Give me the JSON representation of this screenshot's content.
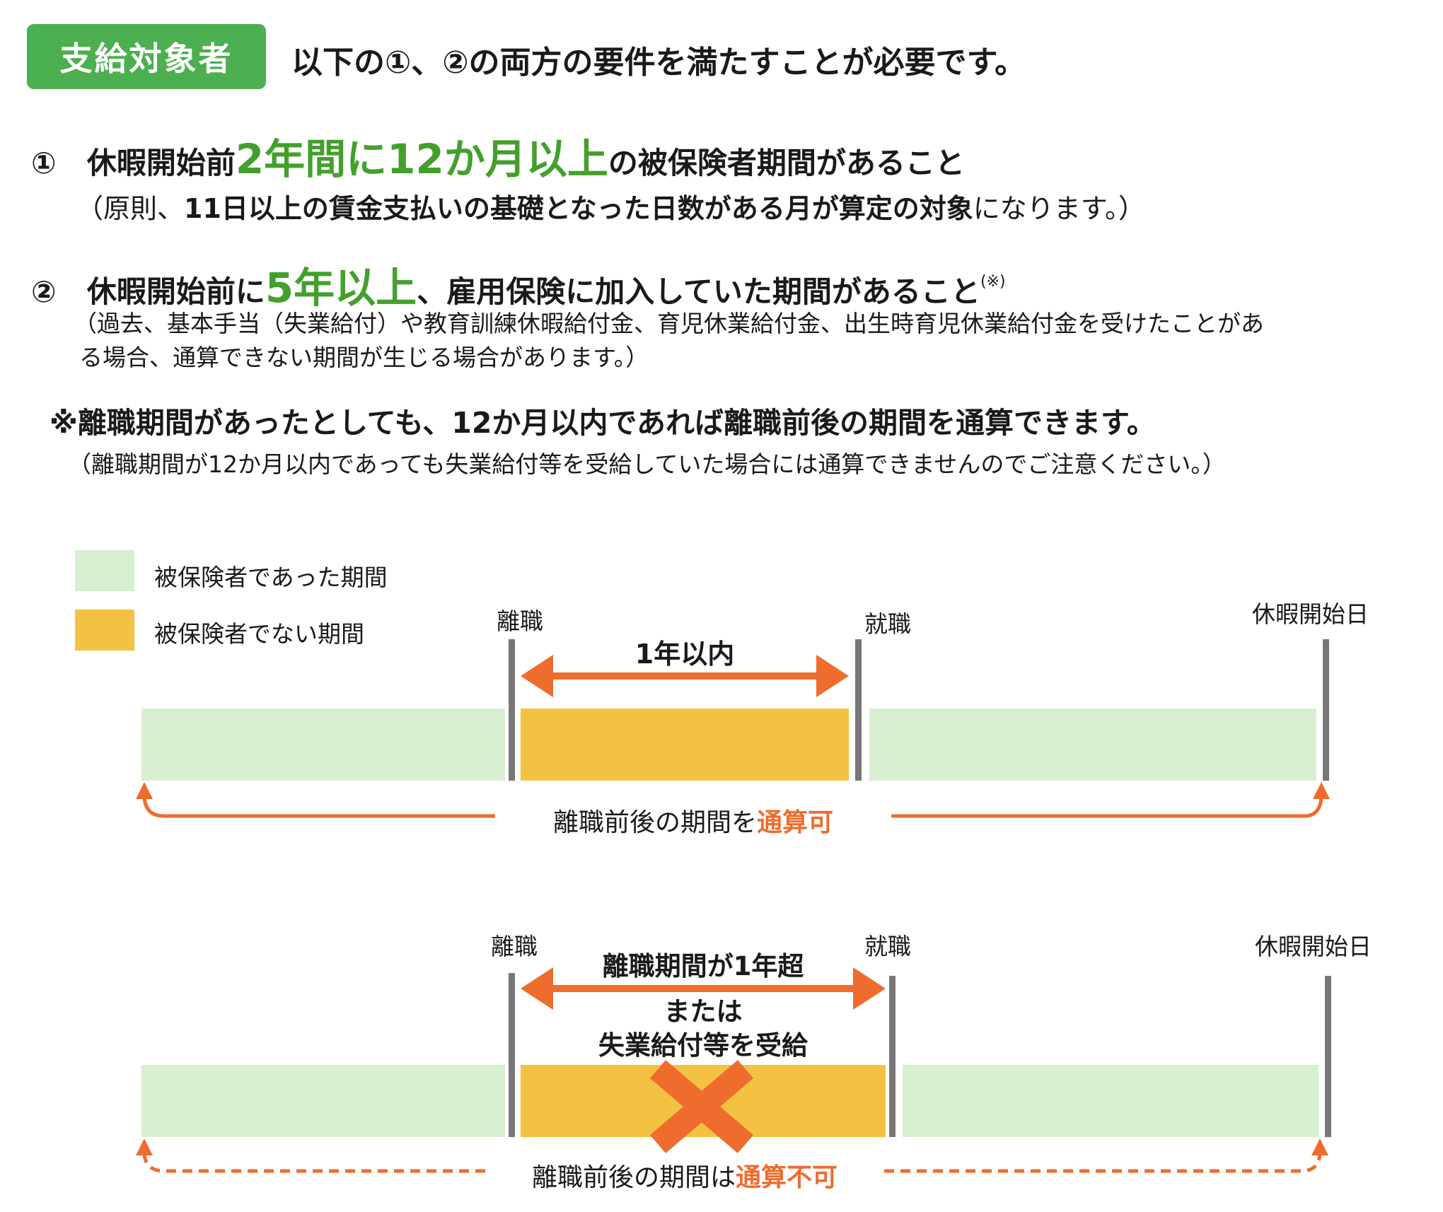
{
  "header": {
    "badge": "支給対象者",
    "intro": "以下の①、②の両方の要件を満たすことが必要です。"
  },
  "condition1": {
    "num": "①",
    "pre": "休暇開始前",
    "highlight": "2年間に12か月以上",
    "post": "の被保険者期間があること",
    "note_open": "（原則、",
    "note_bold": "11日以上の賃金支払いの基礎となった日数がある月が算定の対象",
    "note_close": "になります。）"
  },
  "condition2": {
    "num": "②",
    "pre": "休暇開始前に",
    "highlight": "5年以上",
    "post": "、雇用保険に加入していた期間があること",
    "mark": "(※)",
    "note_line1": "（過去、基本手当（失業給付）や教育訓練休暇給付金、育児休業給付金、出生時育児休業給付金を受けたことがあ",
    "note_line2": "る場合、通算できない期間が生じる場合があります。）"
  },
  "footnote": {
    "main": "※離職期間があったとしても、12か月以内であれば離職前後の期間を通算できます。",
    "sub": "（離職期間が12か月以内であっても失業給付等を受給していた場合には通算できませんのでご注意ください。）"
  },
  "legend": {
    "insured": "被保険者であった期間",
    "not_insured": "被保険者でない期間"
  },
  "colors": {
    "green_badge": "#4caf50",
    "green_text": "#43a02c",
    "insured_fill": "#d9efd1",
    "not_insured_fill": "#f4c242",
    "orange": "#ee6c2e",
    "marker_gray": "#777777"
  },
  "diagram1": {
    "leave_label": "離職",
    "employ_label": "就職",
    "start_label": "休暇開始日",
    "span_label": "1年以内",
    "result_pre": "離職前後の期間を",
    "result_strong": "通算可"
  },
  "diagram2": {
    "leave_label": "離職",
    "employ_label": "就職",
    "start_label": "休暇開始日",
    "span_label_1": "離職期間が1年超",
    "span_label_2": "または",
    "span_label_3": "失業給付等を受給",
    "result_pre": "離職前後の期間は",
    "result_strong": "通算不可"
  }
}
